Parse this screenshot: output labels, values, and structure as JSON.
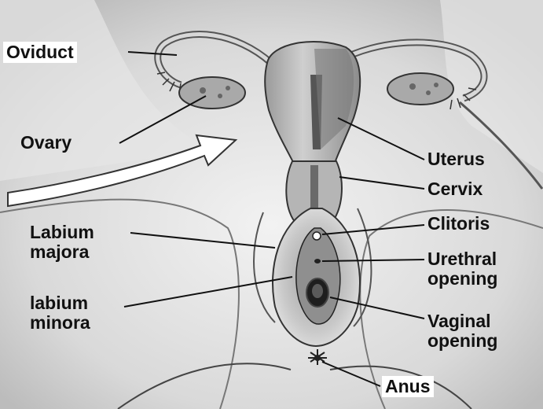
{
  "diagram": {
    "labels": {
      "oviduct": "Oviduct",
      "ovary": "Ovary",
      "uterus": "Uterus",
      "cervix": "Cervix",
      "labium_majora": "Labium\nmajora",
      "clitoris": "Clitoris",
      "urethral_opening": "Urethral\nopening",
      "labium_minora": "labium\nminora",
      "vaginal_opening": "Vaginal\nopening",
      "anus": "Anus"
    },
    "colors": {
      "background": "#ffffff",
      "tissue_light": "#e8e8e8",
      "tissue_mid": "#bdbdbd",
      "tissue_dark": "#6f6f6f",
      "ink": "#111111"
    }
  }
}
